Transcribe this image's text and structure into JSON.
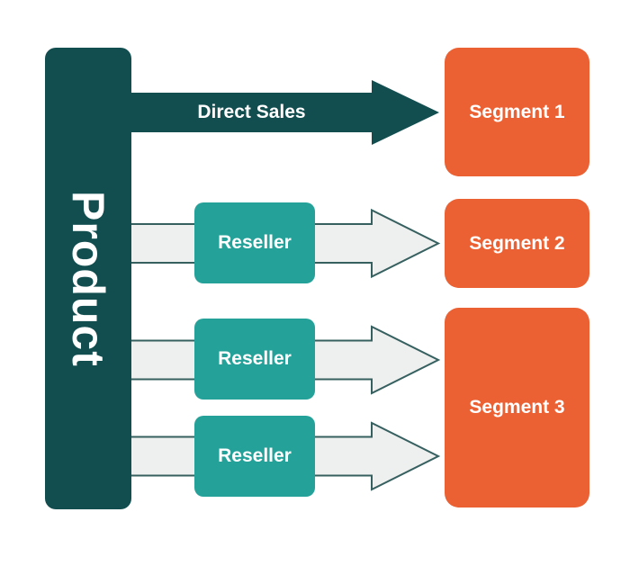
{
  "diagram": {
    "type": "sales-channels-flow",
    "source": {
      "label": "Product"
    },
    "direct_channel": {
      "label": "Direct Sales",
      "target": "Segment 1"
    },
    "reseller_channels": [
      {
        "label": "Reseller",
        "target": "Segment 2"
      },
      {
        "label": "Reseller",
        "target": "Segment 3"
      },
      {
        "label": "Reseller",
        "target": "Segment 3"
      }
    ],
    "segments": [
      {
        "label": "Segment 1"
      },
      {
        "label": "Segment 2"
      },
      {
        "label": "Segment 3"
      }
    ],
    "colors": {
      "dark_teal": "#124E50",
      "teal": "#24A29A",
      "orange": "#EB6133",
      "arrow_fill": "#EEF0EF",
      "arrow_outline": "#35605F",
      "label_text": "#FFFFFF",
      "background": "#FFFFFF"
    }
  }
}
